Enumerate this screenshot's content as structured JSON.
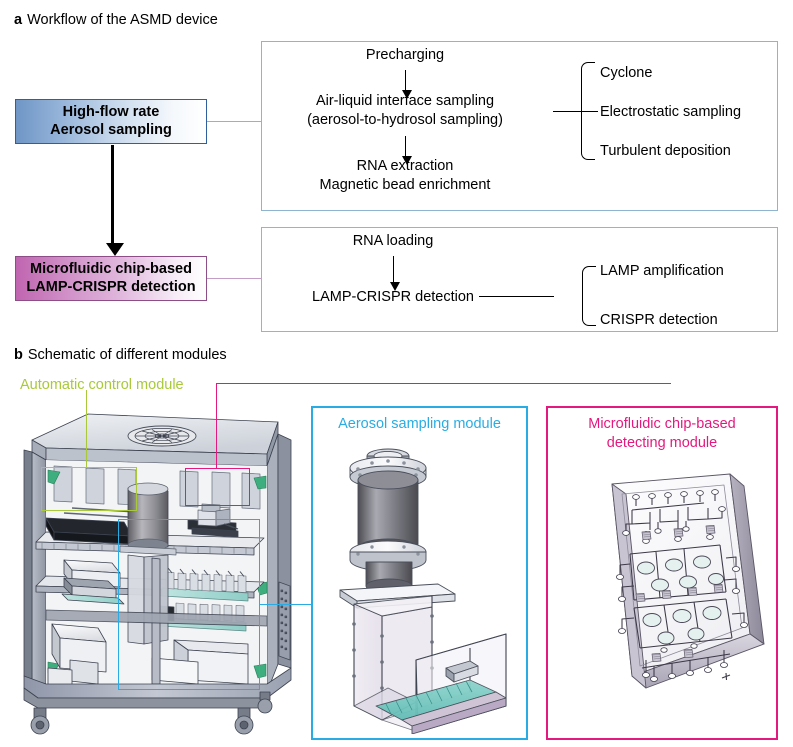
{
  "figure": {
    "panel_a": {
      "letter": "a",
      "caption": "Workflow of the ASMD device",
      "stage_boxes": [
        {
          "name": "high-flow-rate-aerosol-sampling",
          "line1": "High-flow rate",
          "line2": "Aerosol sampling",
          "color": "#6f96c6"
        },
        {
          "name": "microfluidic-chip-lamp-crispr-detection",
          "line1": "Microfluidic chip-based",
          "line2": "LAMP-CRISPR detection",
          "color": "#c065b0"
        }
      ],
      "sampling_process": {
        "border_color": "#8fb4d0",
        "steps": [
          "Precharging",
          "Air-liquid interface sampling",
          "(aerosol-to-hydrosol sampling)",
          "RNA extraction",
          "Magnetic bead enrichment"
        ],
        "branch_items": [
          "Cyclone",
          "Electrostatic sampling",
          "Turbulent deposition"
        ]
      },
      "detection_process": {
        "border_color": "#c39cc7",
        "steps": [
          "RNA loading",
          "LAMP-CRISPR detection"
        ],
        "branch_items": [
          "LAMP amplification",
          "CRISPR detection"
        ]
      }
    },
    "panel_b": {
      "letter": "b",
      "caption": "Schematic of different modules",
      "device_label": "Automatic control module",
      "device_label_color": "#a9c93a",
      "modules": [
        {
          "name": "aerosol-sampling-module",
          "title_line1": "Aerosol sampling module",
          "title_line2": "",
          "color": "#29ace3"
        },
        {
          "name": "microfluidic-chip-based-detecting-module",
          "title_line1": "Microfluidic chip-based",
          "title_line2": "detecting module",
          "color": "#e3197f"
        }
      ]
    }
  }
}
